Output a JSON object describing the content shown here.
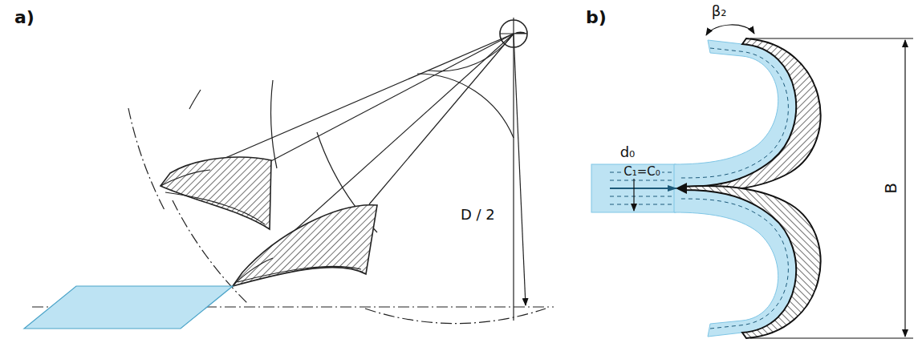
{
  "diagram": {
    "labels": [
      "a)",
      "b)",
      "D / 2",
      "β₂",
      "d₀",
      "C₁=C₀",
      "B"
    ]
  }
}
